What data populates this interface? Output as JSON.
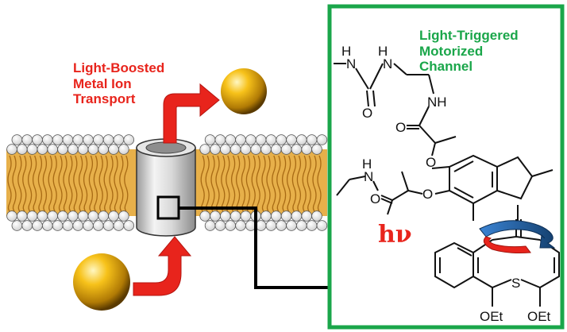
{
  "labels": {
    "left_title": "Light-Boosted\nMetal Ion\nTransport",
    "right_title": "Light-Triggered\nMotorized\nChannel",
    "light_symbol": "hν"
  },
  "chemistry": {
    "nh_top": "N",
    "h_top": "H",
    "nh_left": "N",
    "h_left": "H",
    "h_second": "H",
    "nh_mid": "NH",
    "o_carbonyl_1": "O",
    "o_carbonyl_2": "O",
    "o_ether_1": "O",
    "o_ether_2": "O",
    "o_carbonyl_3": "O",
    "s_atom": "S",
    "oet_left": "OEt",
    "oet_right": "OEt",
    "nh_lower": "N",
    "h_lower": "H"
  },
  "colors": {
    "arrow_red": "#e8241c",
    "frame_green": "#1aa64a",
    "ion_gold": "#f2b705",
    "lipid_tail": "#c88a2a",
    "channel_gray": "#bfbfbf",
    "rotation_blue": "#1f5fa8"
  },
  "icons": {
    "ion": "gold-sphere",
    "rotation": "curved-rotation-arrow"
  }
}
